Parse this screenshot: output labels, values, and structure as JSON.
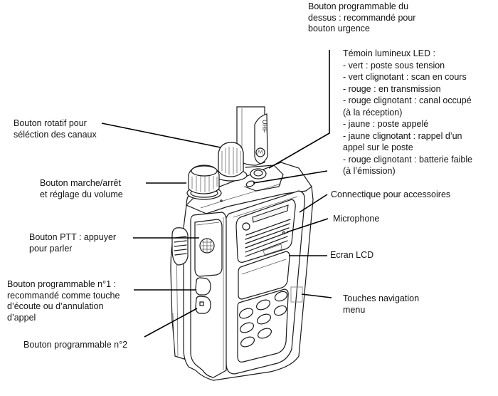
{
  "diagram": {
    "subject": "Radio portable UHF",
    "labels": {
      "top_button": [
        "Bouton programmable du",
        "dessus : recommandé pour",
        "bouton urgence"
      ],
      "led": [
        "Témoin lumineux LED :",
        "- vert : poste sous tension",
        "- vert clignotant : scan en cours",
        "- rouge : en transmission",
        "- rouge clignotant : canal occupé",
        "(à la réception)",
        "- jaune : poste appelé",
        "- jaune clignotant : rappel d’un",
        "appel sur le poste",
        "- rouge clignotant : batterie faible",
        "(à l’émission)"
      ],
      "channel_knob": [
        "Bouton rotatif pour",
        "séléction des canaux"
      ],
      "power_volume": [
        "Bouton marche/arrêt",
        "et réglage du volume"
      ],
      "accessory_connector": [
        "Connectique pour accessoires"
      ],
      "microphone": [
        "Microphone"
      ],
      "ptt": [
        "Bouton PTT : appuyer",
        "pour parler"
      ],
      "lcd": [
        "Ecran LCD"
      ],
      "prog1": [
        "Bouton programmable n°1 :",
        "recommandé comme touche",
        "d’écoute ou d’annulation",
        "d’appel"
      ],
      "nav_keys": [
        "Touches navigation",
        "menu"
      ],
      "prog2": [
        "Bouton programmable n°2"
      ]
    },
    "antenna_text": "UHF",
    "colors": {
      "ink": "#1a1a1a",
      "background": "#ffffff",
      "leader": "#000000"
    }
  }
}
